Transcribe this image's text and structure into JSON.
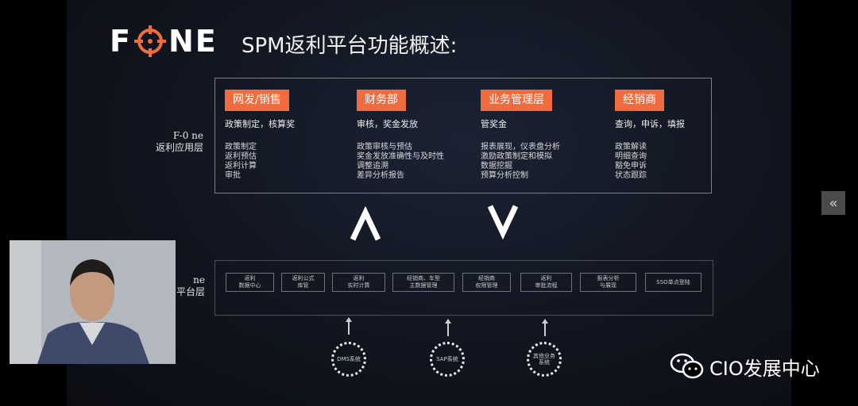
{
  "slide": {
    "logo_left": "F",
    "logo_right": "NE",
    "title": "SPM返利平台功能概述:",
    "app_layer_label_1": "F-0 ne",
    "app_layer_label_2": "返利应用层",
    "platform_layer_label_1": "ne",
    "platform_layer_label_2": "平台层",
    "columns": [
      {
        "head": "网发/销售",
        "sub": "政策制定，核算奖",
        "items": [
          "政策制定",
          "返利预估",
          "返利计算",
          "审批"
        ]
      },
      {
        "head": "财务部",
        "sub": "审核，奖金发放",
        "items": [
          "政策审核与预估",
          "奖金发放准确性与及时性",
          "调整追溯",
          "差异分析报告"
        ]
      },
      {
        "head": "业务管理层",
        "sub": "管奖金",
        "items": [
          "报表展现，仪表盘分析",
          "激励政策制定和模拟",
          "数据挖掘",
          "预算分析控制"
        ]
      },
      {
        "head": "经销商",
        "sub": "查询，申诉，填报",
        "items": [
          "政策解读",
          "明细查询",
          "豁免申诉",
          "状态跟踪"
        ]
      }
    ],
    "modules": [
      "返利\n数据中心",
      "返利公式\n库管",
      "返利\n实时计算",
      "经销商、车型\n主数据管理",
      "经销商\n权限管理",
      "返利\n审批流程",
      "报表分析\n与展现",
      "SSO单点登陆"
    ],
    "sources": [
      "DMS系统",
      "SAP系统",
      "其他业务\n系统"
    ]
  },
  "overlay": {
    "watermark_text": "CIO发展中心",
    "collapse_icon": "«"
  },
  "colors": {
    "accent": "#f06b3d"
  }
}
